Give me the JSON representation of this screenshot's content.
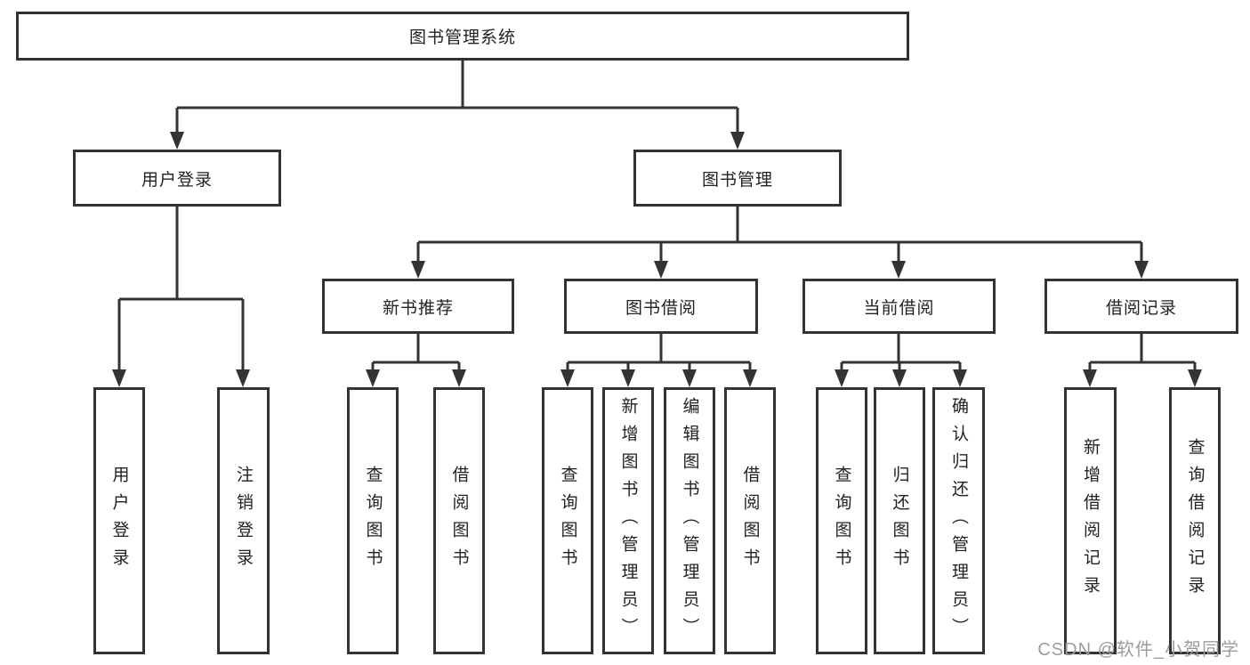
{
  "diagram": {
    "root": {
      "label": "图书管理系统"
    },
    "level2": [
      {
        "id": "user-login",
        "label": "用户登录"
      },
      {
        "id": "book-management",
        "label": "图书管理"
      }
    ],
    "level3": [
      {
        "id": "new-book-recommend",
        "label": "新书推荐"
      },
      {
        "id": "book-borrowing",
        "label": "图书借阅"
      },
      {
        "id": "current-borrowing",
        "label": "当前借阅"
      },
      {
        "id": "borrowing-records",
        "label": "借阅记录"
      }
    ],
    "leaves": [
      {
        "id": "user-login-leaf",
        "label": "用户登录"
      },
      {
        "id": "logout",
        "label": "注销登录"
      },
      {
        "id": "query-books-recommend",
        "label": "查询图书"
      },
      {
        "id": "borrow-books-recommend",
        "label": "借阅图书"
      },
      {
        "id": "query-books-borrowing",
        "label": "查询图书"
      },
      {
        "id": "add-books-admin",
        "label": "新增图书（管理员）"
      },
      {
        "id": "edit-books-admin",
        "label": "编辑图书（管理员）"
      },
      {
        "id": "borrow-books-borrowing",
        "label": "借阅图书"
      },
      {
        "id": "query-books-current",
        "label": "查询图书"
      },
      {
        "id": "return-books",
        "label": "归还图书"
      },
      {
        "id": "confirm-return-admin",
        "label": "确认归还（管理员）"
      },
      {
        "id": "add-borrow-record",
        "label": "新增借阅记录"
      },
      {
        "id": "query-borrow-record",
        "label": "查询借阅记录"
      }
    ]
  },
  "watermark": {
    "text": "CSDN @软件_小贺同学"
  },
  "colors": {
    "line": "#333333",
    "box_border": "#333333",
    "text": "#222222",
    "background": "#ffffff",
    "watermark": "#9c9c9c"
  }
}
